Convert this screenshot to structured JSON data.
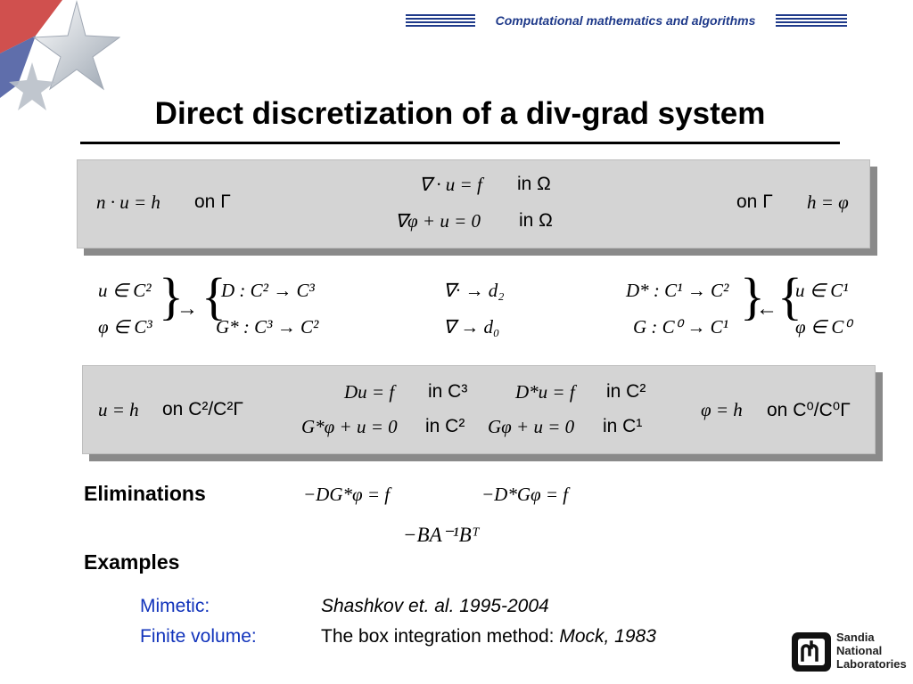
{
  "header": {
    "band_text": "Computational mathematics and algorithms"
  },
  "slide": {
    "title": "Direct discretization of a div-grad system"
  },
  "box1": {
    "left_eq": "n · u = h",
    "left_on": "on Γ",
    "center_eq1": "∇ · u = f",
    "center_in1": "in Ω",
    "center_eq2": "∇φ + u = 0",
    "center_in2": "in Ω",
    "right_on": "on Γ",
    "right_eq": "h = φ"
  },
  "middle": {
    "left_sets": [
      "u ∈ C²",
      "φ ∈ C³"
    ],
    "arrow_right": "→",
    "left_maps": [
      "D : C² → C³",
      "G* : C³ → C²"
    ],
    "center_maps": [
      "∇· → d₂",
      "∇ → d₀"
    ],
    "right_maps": [
      "D* : C¹ → C²",
      "G : C⁰ → C¹"
    ],
    "arrow_left": "←",
    "right_sets": [
      "u ∈ C¹",
      "φ ∈ C⁰"
    ]
  },
  "box2": {
    "left_eq": "u = h",
    "left_on": "on C²/C²Γ",
    "c1_eq1": "Du = f",
    "c1_in1": "in C³",
    "c1_eq2": "G*φ + u = 0",
    "c1_in2": "in C²",
    "c2_eq1": "D*u = f",
    "c2_in1": "in C²",
    "c2_eq2": "Gφ + u = 0",
    "c2_in2": "in C¹",
    "right_eq": "φ = h",
    "right_on": "on C⁰/C⁰Γ"
  },
  "eliminations": {
    "heading": "Eliminations",
    "eq1": "−DG*φ = f",
    "eq2": "−D*Gφ = f",
    "eq3": "−BA⁻¹Bᵀ"
  },
  "examples": {
    "heading": "Examples",
    "items": [
      {
        "label": "Mimetic:",
        "text": "Shashkov et. al. 1995-2004",
        "text_pre": "",
        "text_italic": "Shashkov et. al. 1995-2004"
      },
      {
        "label": "Finite volume:",
        "text": "The box integration method: Mock, 1983",
        "text_pre": "The box integration method: ",
        "text_italic": "Mock, 1983"
      }
    ]
  },
  "logo": {
    "line1": "Sandia",
    "line2": "National",
    "line3": "Laboratories"
  },
  "colors": {
    "band": "#1f3a8a",
    "example_label": "#1133bb",
    "box_fill": "#d4d4d4",
    "box_shadow": "#8a8a8a"
  },
  "icons": [
    "star-emblem-icon",
    "sandia-logo-icon"
  ]
}
